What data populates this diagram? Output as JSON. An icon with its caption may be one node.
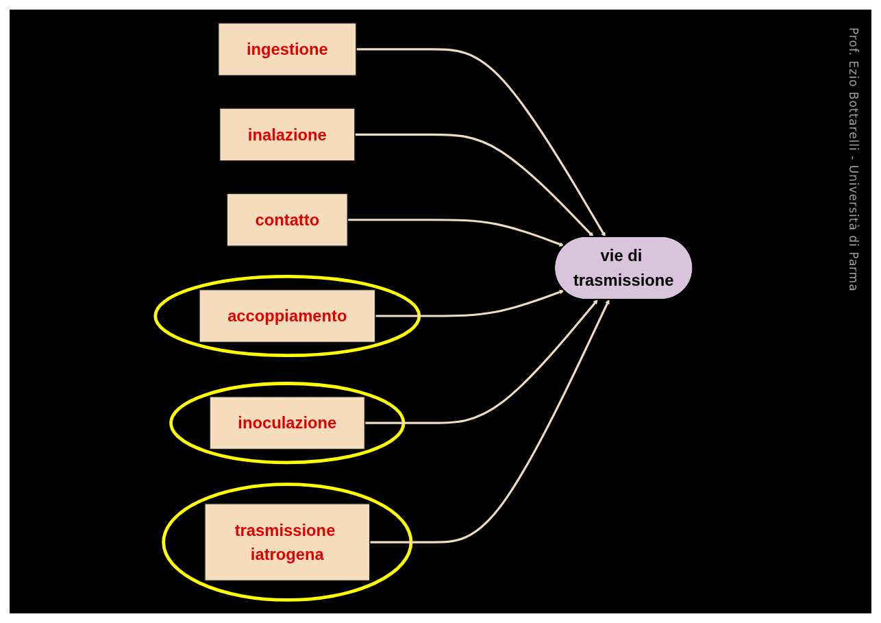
{
  "diagram": {
    "nodes": [
      {
        "text": [
          "ingestione"
        ]
      },
      {
        "text": [
          "inalazione"
        ]
      },
      {
        "text": [
          "contatto"
        ]
      },
      {
        "text": [
          "vie di trasmissione"
        ]
      },
      {
        "text": [],
        "shape": "ellipse"
      },
      {
        "text": [
          "accoppiamento"
        ],
        "in": 4
      },
      {
        "text": [],
        "shape": "ellipse"
      },
      {
        "text": [
          "inoculazione"
        ],
        "in": 6
      },
      {
        "text": [],
        "shape": "ellipse"
      },
      {
        "text": [
          "trasmissione iatrogena"
        ],
        "in": 8
      }
    ],
    "edges": [
      {
        "from": 0,
        "to": 3,
        "arrow": "to"
      },
      {
        "from": 1,
        "to": 3,
        "arrow": "to"
      },
      {
        "from": 2,
        "to": 3,
        "arrow": "to"
      },
      {
        "from": 5,
        "to": 3,
        "arrow": "to"
      },
      {
        "from": 7,
        "to": 3,
        "arrow": "to"
      },
      {
        "from": 9,
        "to": 3,
        "arrow": "to"
      }
    ],
    "labels": [
      "Prof. Ezio Bottarelli - Università di Parma"
    ]
  }
}
